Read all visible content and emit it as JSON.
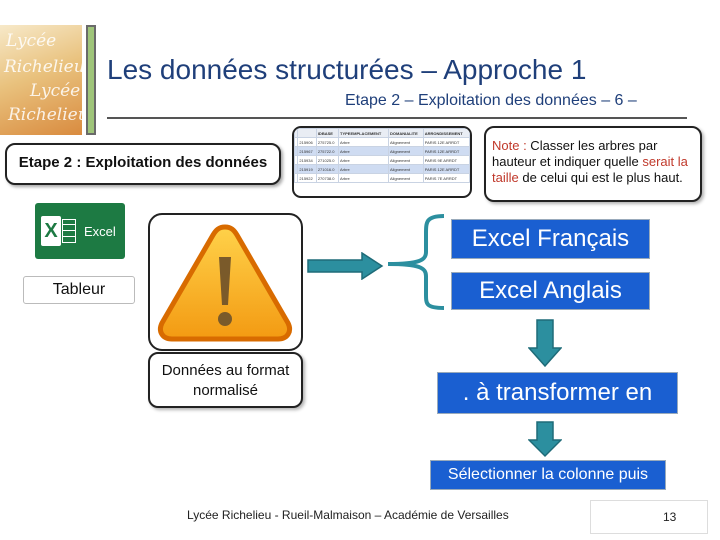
{
  "header": {
    "title": "Les données structurées – Approche 1",
    "subtitle": "Etape 2 – Exploitation des données – 6 –"
  },
  "logo": {
    "line1": "Lycée",
    "line2": "Richelieu"
  },
  "etape": {
    "text": "Etape 2 : Exploitation des données"
  },
  "spreadsheet": {
    "headers": [
      "",
      "",
      "IDBASE",
      "TYPEEMPLACEMENT",
      "DOMANIALITE",
      "ARRONDISSEMENT"
    ],
    "rows": [
      [
        "",
        "215906",
        "275725.0",
        "Arbre",
        "Alignement",
        "PARIS 12E ARRDT"
      ],
      [
        "",
        "215967",
        "275722.0",
        "Arbre",
        "Alignement",
        "PARIS 12E ARRDT"
      ],
      [
        "",
        "215934",
        "271025.0",
        "Arbre",
        "Alignement",
        "PARIS 9E ARRDT"
      ],
      [
        "",
        "215919",
        "271016.0",
        "Arbre",
        "Alignement",
        "PARIS 12E ARRDT"
      ],
      [
        "",
        "215922",
        "270738.0",
        "Arbre",
        "Alignement",
        "PARIS 7E ARRDT"
      ]
    ]
  },
  "note": {
    "label": "Note :",
    "before": " Classer les arbres par hauteur et indiquer quelle ",
    "emphasis": "serait la taille",
    "after": " de celui qui est le plus haut."
  },
  "excel": {
    "label": "Excel"
  },
  "tableur": {
    "label": "Tableur"
  },
  "warning": {
    "caption": "Données au format normalisé"
  },
  "buttons": {
    "french": "Excel Français",
    "english": "Excel Anglais",
    "transform": ". à transformer en",
    "select": "Sélectionner la colonne puis"
  },
  "footer": {
    "text": "Lycée Richelieu - Rueil-Malmaison – Académie de Versailles",
    "page": "13"
  },
  "colors": {
    "title": "#1f3f7a",
    "accent_blue": "#1a5fd1",
    "arrow_teal": "#2c8f9f",
    "excel_green": "#1d7a43",
    "note_red": "#c0392b"
  }
}
